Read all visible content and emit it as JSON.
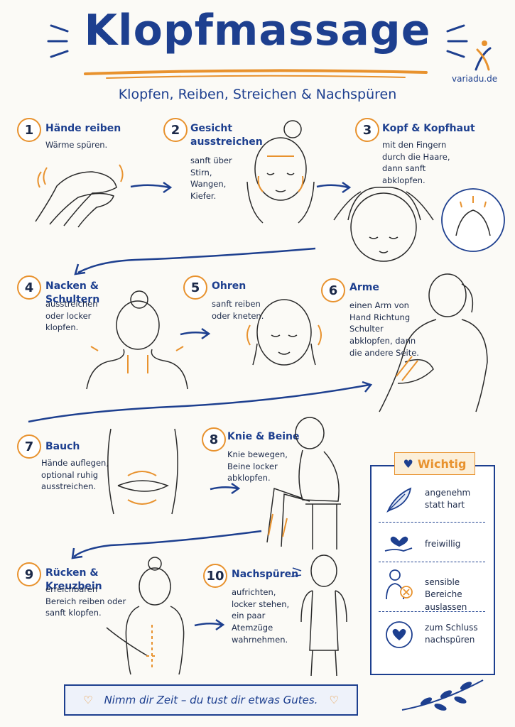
{
  "header": {
    "title": "Klopfmassage",
    "subtitle": "Klopfen, Reiben, Streichen & Nachspüren",
    "brand": "variadu.de"
  },
  "steps": [
    {
      "num": "1",
      "title": "Hände reiben",
      "text": "Wärme spüren."
    },
    {
      "num": "2",
      "title": "Gesicht ausstreichen",
      "text": "sanft über Stirn, Wangen, Kiefer."
    },
    {
      "num": "3",
      "title": "Kopf & Kopfhaut",
      "text": "mit den Fingern durch die Haare, dann sanft abklopfen."
    },
    {
      "num": "4",
      "title": "Nacken & Schultern",
      "text": "ausstreichen oder locker klopfen."
    },
    {
      "num": "5",
      "title": "Ohren",
      "text": "sanft reiben oder kneten."
    },
    {
      "num": "6",
      "title": "Arme",
      "text": "einen Arm von Hand Richtung Schulter abklopfen, dann die andere Seite."
    },
    {
      "num": "7",
      "title": "Bauch",
      "text": "Hände auflegen, optional ruhig ausstreichen."
    },
    {
      "num": "8",
      "title": "Knie & Beine",
      "text": "Knie bewegen, Beine locker abklopfen."
    },
    {
      "num": "9",
      "title": "Rücken & Kreuzbein",
      "text": "erreichbaren Bereich reiben oder sanft klopfen."
    },
    {
      "num": "10",
      "title": "Nachspüren",
      "text": "aufrichten, locker stehen, ein paar Atemzüge wahrnehmen."
    }
  ],
  "important": {
    "heading": "Wichtig",
    "items": [
      {
        "icon": "feather-icon",
        "text": "angenehm statt hart"
      },
      {
        "icon": "heart-hand-icon",
        "text": "freiwillig"
      },
      {
        "icon": "person-cross-icon",
        "text": "sensible Bereiche auslassen"
      },
      {
        "icon": "heart-circle-icon",
        "text": "zum Schluss nachspüren"
      }
    ]
  },
  "footer": {
    "banner": "Nimm dir Zeit – du tust dir etwas Gutes."
  },
  "colors": {
    "accent_blue": "#1d3f8f",
    "accent_orange": "#e8922e"
  }
}
